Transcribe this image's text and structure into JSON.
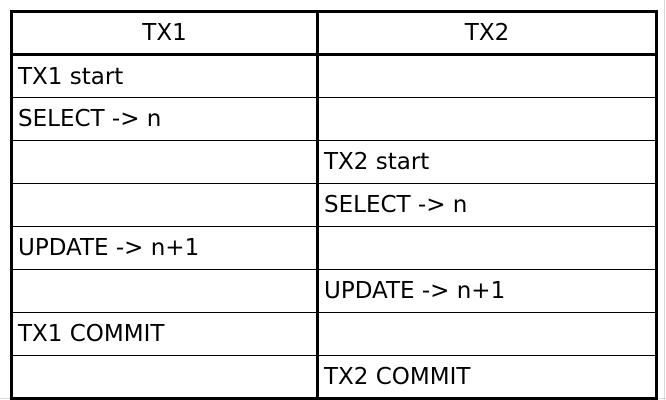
{
  "table": {
    "headers": [
      "TX1",
      "TX2"
    ],
    "rows": [
      [
        "TX1 start",
        ""
      ],
      [
        "SELECT -> n",
        ""
      ],
      [
        "",
        "TX2 start"
      ],
      [
        "",
        "SELECT -> n"
      ],
      [
        "UPDATE -> n+1",
        ""
      ],
      [
        "",
        "UPDATE -> n+1"
      ],
      [
        "TX1 COMMIT",
        ""
      ],
      [
        "",
        "TX2 COMMIT"
      ]
    ]
  }
}
